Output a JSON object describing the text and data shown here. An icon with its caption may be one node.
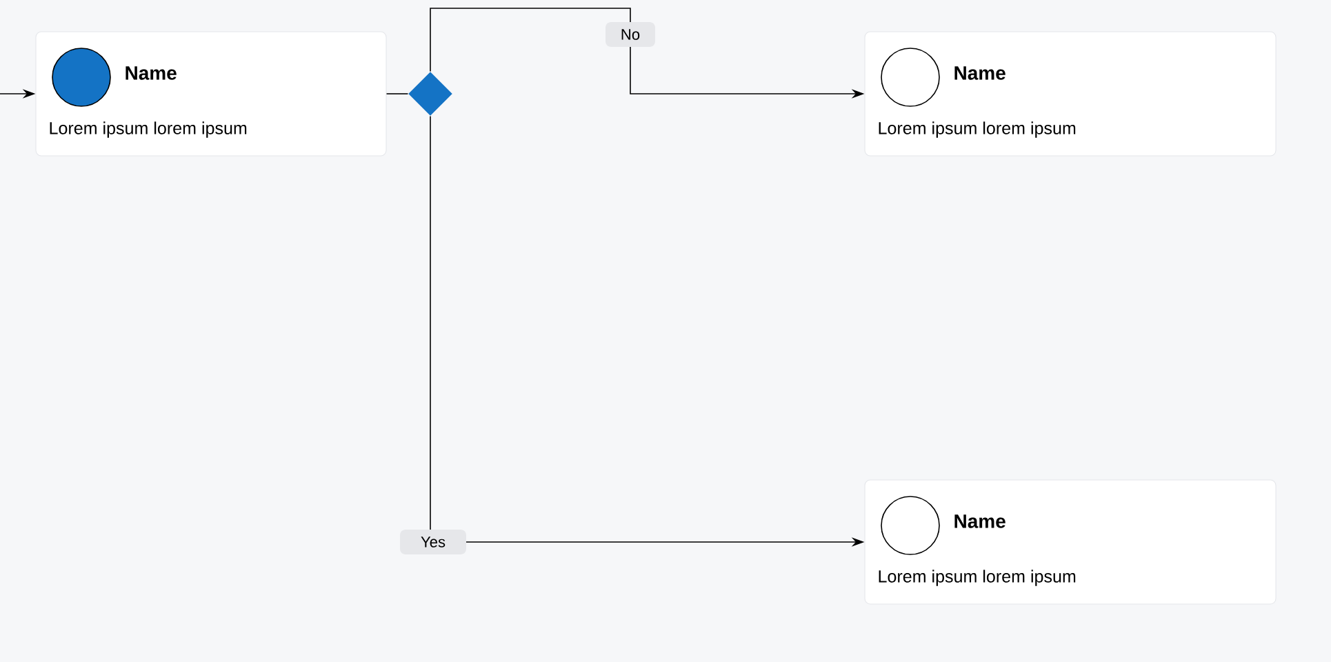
{
  "diagram": {
    "nodes": [
      {
        "text": [
          "Name",
          "Lorem ipsum lorem ipsum"
        ]
      },
      {
        "text": [],
        "shape": "diamond"
      },
      {
        "text": [
          "Name",
          "Lorem ipsum lorem ipsum"
        ]
      },
      {
        "text": [
          "Name",
          "Lorem ipsum lorem ipsum"
        ]
      }
    ],
    "edges": [
      {
        "from": null,
        "to": 0,
        "arrow": "to"
      },
      {
        "from": 0,
        "to": 1,
        "arrow": "none"
      },
      {
        "from": 1,
        "to": 2,
        "arrow": "to",
        "label": "No"
      },
      {
        "from": 1,
        "to": 3,
        "arrow": "to",
        "label": "Yes"
      }
    ]
  }
}
